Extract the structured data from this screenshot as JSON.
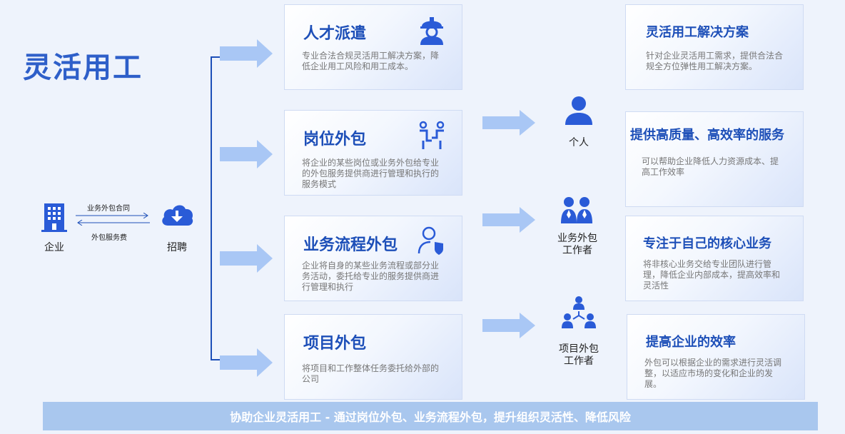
{
  "title": "灵活用工",
  "left": {
    "enterprise_label": "企业",
    "recruit_label": "招聘",
    "contract_label": "业务外包合同",
    "fee_label": "外包服务费"
  },
  "services": [
    {
      "title": "人才派遣",
      "desc": "专业合法合规灵活用工解决方案，降低企业用工风险和用工成本。",
      "icon": "worker-hardhat-icon"
    },
    {
      "title": "岗位外包",
      "desc": "将企业的某些岗位或业务外包给专业的外包服务提供商进行管理和执行的服务模式",
      "icon": "handshake-people-icon"
    },
    {
      "title": "业务流程外包",
      "desc": "企业将自身的某些业务流程或部分业务活动，委托给专业的服务提供商进行管理和执行",
      "icon": "user-shield-icon"
    },
    {
      "title": "项目外包",
      "desc": "将项目和工作整体任务委托给外部的公司",
      "icon": ""
    }
  ],
  "workers": [
    {
      "label": "个人",
      "icon": "person-icon"
    },
    {
      "label": "业务外包工作者",
      "icon": "two-people-icon"
    },
    {
      "label": "项目外包工作者",
      "icon": "team-network-icon"
    }
  ],
  "benefits": [
    {
      "title": "灵活用工解决方案",
      "desc": "针对企业灵活用工需求，提供合法合规全方位弹性用工解决方案。"
    },
    {
      "title": "提供高质量、高效率的服务",
      "desc": "可以帮助企业降低人力资源成本、提高工作效率"
    },
    {
      "title": "专注于自己的核心业务",
      "desc": "将非核心业务交给专业团队进行管理，降低企业内部成本，提高效率和灵活性"
    },
    {
      "title": "提高企业的效率",
      "desc": "外包可以根据企业的需求进行灵活调整，以适应市场的变化和企业的发展。"
    }
  ],
  "footer": "协助企业灵活用工 - 通过岗位外包、业务流程外包，提升组织灵活性、降低风险",
  "colors": {
    "primary": "#1d4fb8",
    "accent": "#2a5bd7",
    "arrow": "#a9c7f5",
    "footer_bg": "#a9c7ee"
  }
}
